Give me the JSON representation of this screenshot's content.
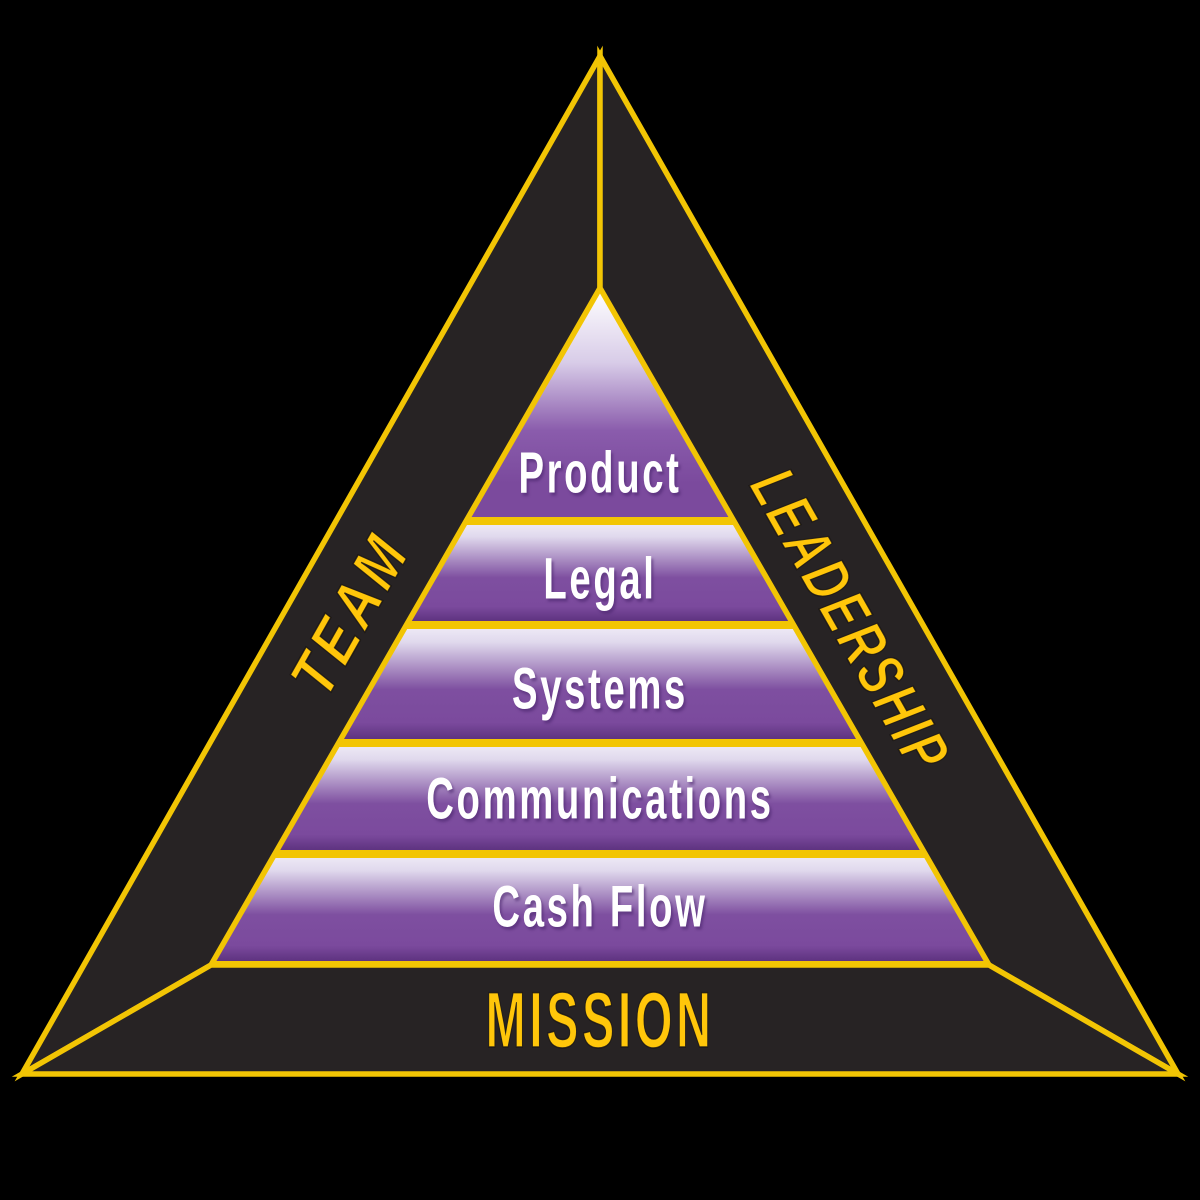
{
  "frame": {
    "left_label": "TEAM",
    "right_label": "LEADERSHIP",
    "bottom_label": "MISSION"
  },
  "pyramid": {
    "layers": [
      {
        "label": "Product"
      },
      {
        "label": "Legal"
      },
      {
        "label": "Systems"
      },
      {
        "label": "Communications"
      },
      {
        "label": "Cash Flow"
      }
    ]
  },
  "colors": {
    "background": "#000000",
    "frame_fill": "#272324",
    "line_yellow": "#F2C504",
    "label_yellow": "#FFC60A",
    "band_purple": "#7B4A9D",
    "band_purple_deep": "#5E3380",
    "band_top_light": "#EDE8F5",
    "apex_white": "#FFFFFF",
    "layer_text_white": "#FFFFFF"
  }
}
